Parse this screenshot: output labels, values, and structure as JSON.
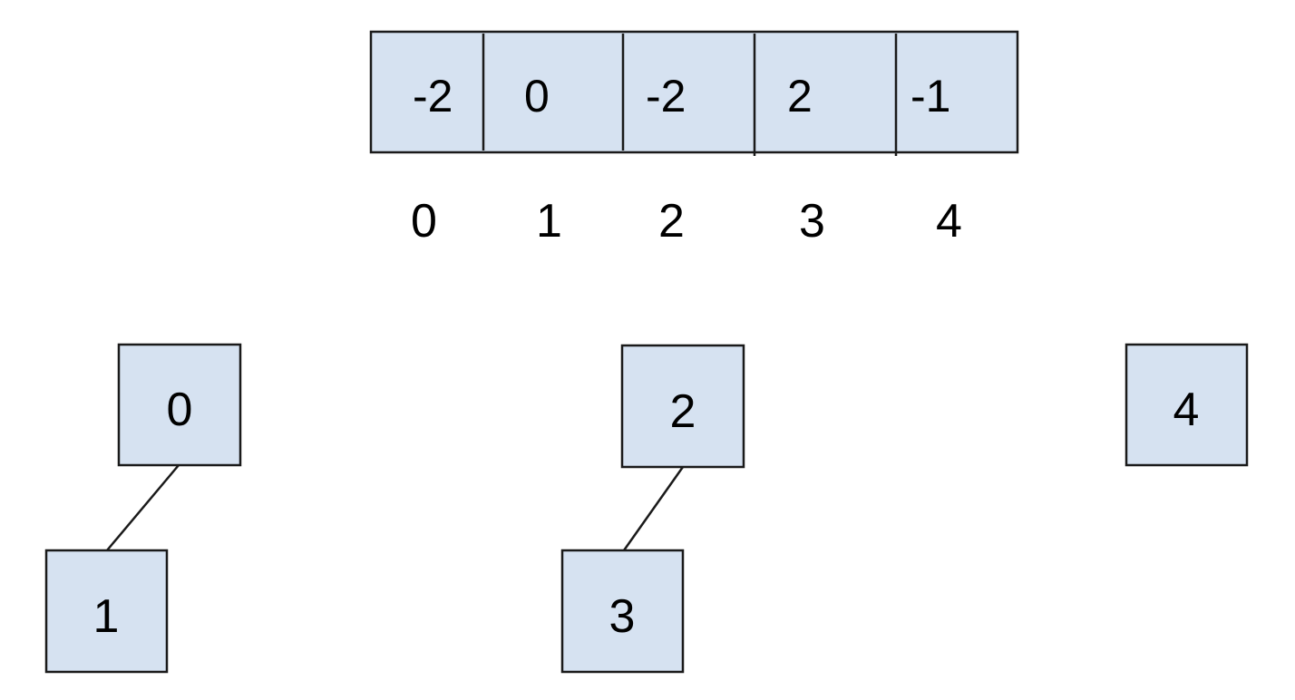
{
  "colors": {
    "cell_fill": "#d6e2f1",
    "stroke": "#1a1a1a",
    "background": "#ffffff"
  },
  "array": {
    "values": [
      "-2",
      "0",
      "-2",
      "2",
      "-1"
    ],
    "indices": [
      "0",
      "1",
      "2",
      "3",
      "4"
    ]
  },
  "trees": {
    "nodes": [
      {
        "id": "node-0",
        "label": "0"
      },
      {
        "id": "node-1",
        "label": "1"
      },
      {
        "id": "node-2",
        "label": "2"
      },
      {
        "id": "node-3",
        "label": "3"
      },
      {
        "id": "node-4",
        "label": "4"
      }
    ],
    "edges": [
      {
        "from": "node-0",
        "to": "node-1"
      },
      {
        "from": "node-2",
        "to": "node-3"
      }
    ]
  }
}
